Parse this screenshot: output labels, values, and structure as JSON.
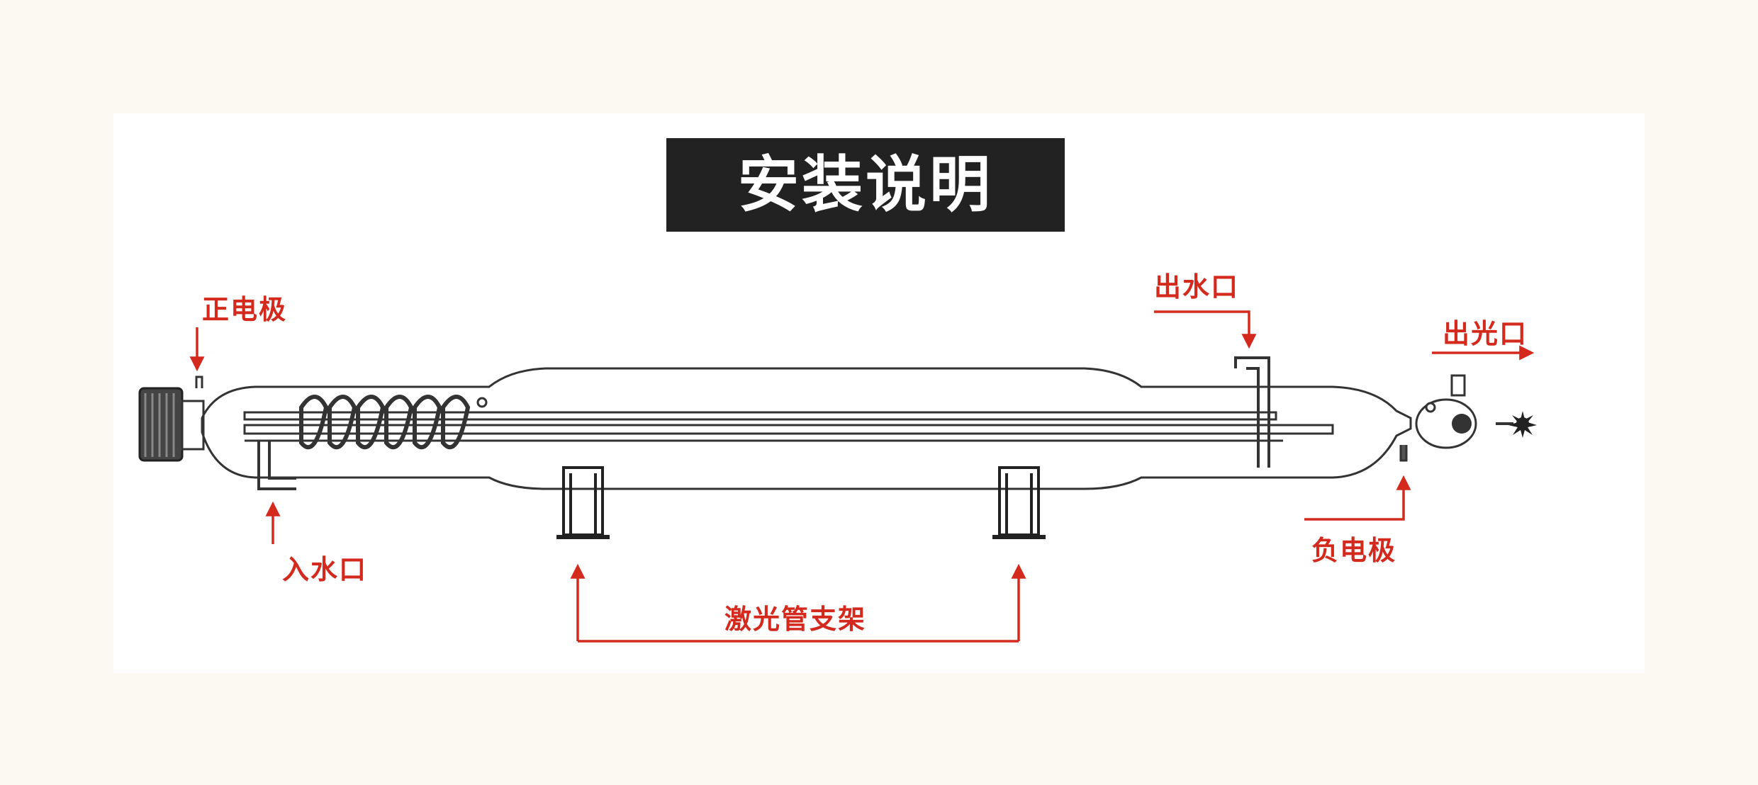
{
  "title": "安装说明",
  "labels": {
    "positive_electrode": "正电极",
    "water_inlet": "入水口",
    "tube_support": "激光管支架",
    "water_outlet": "出水口",
    "light_outlet": "出光口",
    "negative_electrode": "负电极"
  },
  "colors": {
    "background": "#fcf9f2",
    "panel": "#ffffff",
    "title_box": "#222222",
    "title_text": "#ffffff",
    "annotation": "#d42a1e",
    "tube_outline": "#333333"
  }
}
